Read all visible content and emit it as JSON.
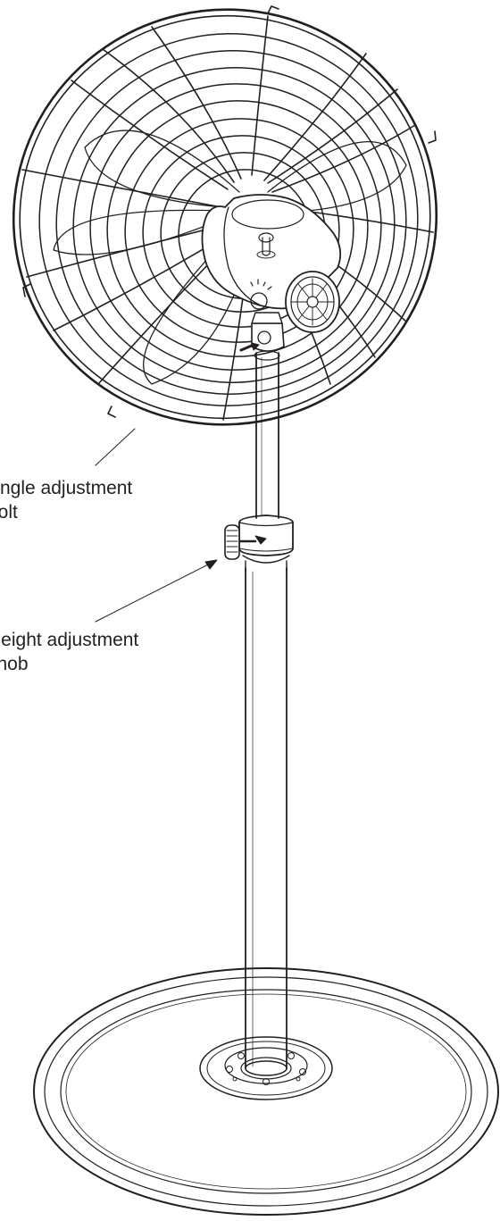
{
  "callouts": {
    "angle_adjustment_bolt": {
      "line1": "Angle adjustment",
      "line2": "bolt"
    },
    "height_adjustment_knob": {
      "line1": "Height adjustment",
      "line2": "knob"
    }
  },
  "colors": {
    "line": "#231f20",
    "background": "#ffffff"
  }
}
